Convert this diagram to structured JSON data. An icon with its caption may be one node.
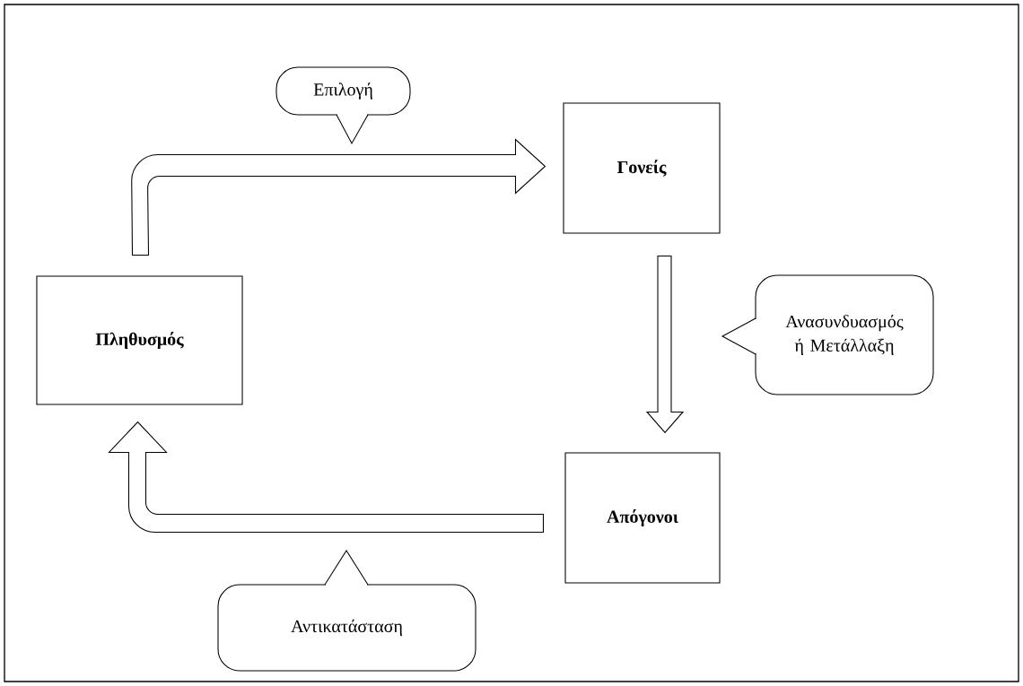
{
  "diagram": {
    "nodes": [
      {
        "text": [
          "Πληθυσμός"
        ]
      },
      {
        "text": [
          "Γονείς"
        ]
      },
      {
        "text": [
          "Απόγονοι"
        ]
      },
      {
        "text": [
          "Επιλογή"
        ]
      },
      {
        "text": [
          "Ανασυνδυασμός ή Μετάλλαξη"
        ]
      },
      {
        "text": [
          "Αντικατάσταση"
        ]
      }
    ],
    "edges": [
      {
        "from": 0,
        "to": 1,
        "arrow": "to"
      },
      {
        "from": 1,
        "to": 2,
        "arrow": "to"
      },
      {
        "from": 2,
        "to": 0,
        "arrow": "to"
      }
    ]
  }
}
